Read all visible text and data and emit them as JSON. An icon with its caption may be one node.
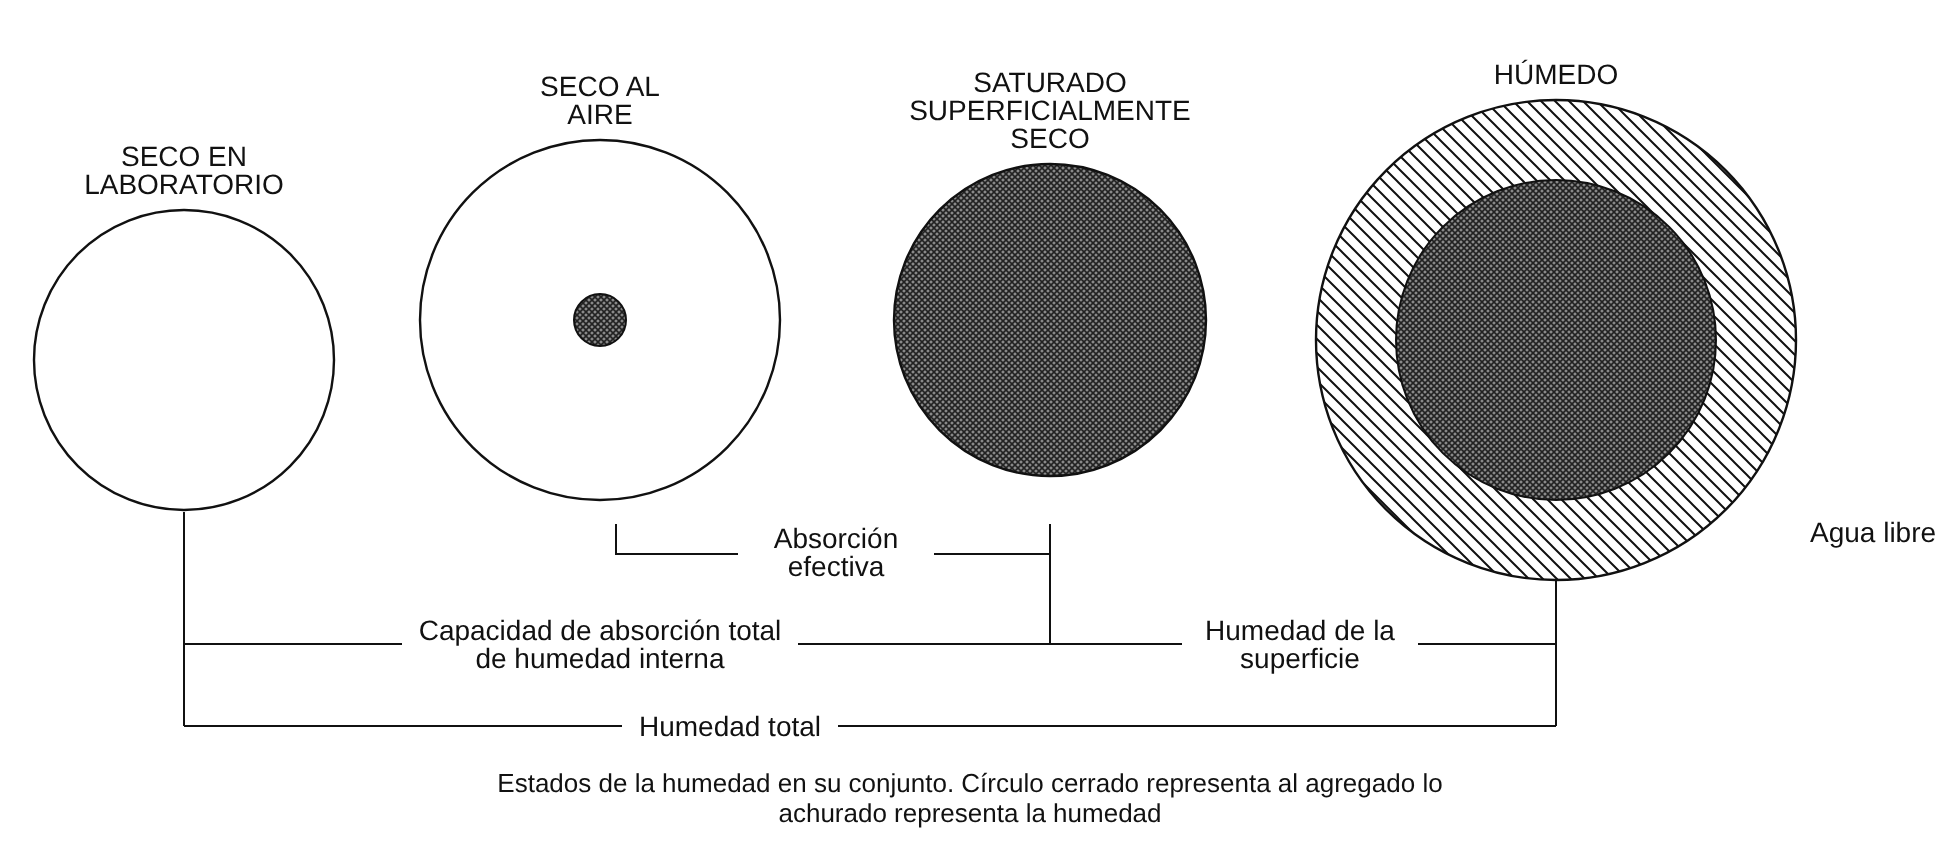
{
  "diagram": {
    "nodes": [
      {
        "text": [
          "SECO EN LABORATORIO"
        ]
      },
      {
        "text": [
          "SECO AL AIRE"
        ]
      },
      {
        "text": [
          "SATURADO SUPERFICIALMENTE SECO"
        ]
      },
      {
        "text": [
          "HÚMEDO"
        ],
        "beside": [
          "Agua libre"
        ]
      }
    ],
    "labels": [
      "Absorción efectiva",
      "Capacidad de absorción total de humedad interna",
      "Humedad de la superficie",
      "Humedad total"
    ],
    "caption": "Estados de la humedad en su conjunto. Círculo cerrado representa al agregado lo achurado representa la humedad"
  }
}
